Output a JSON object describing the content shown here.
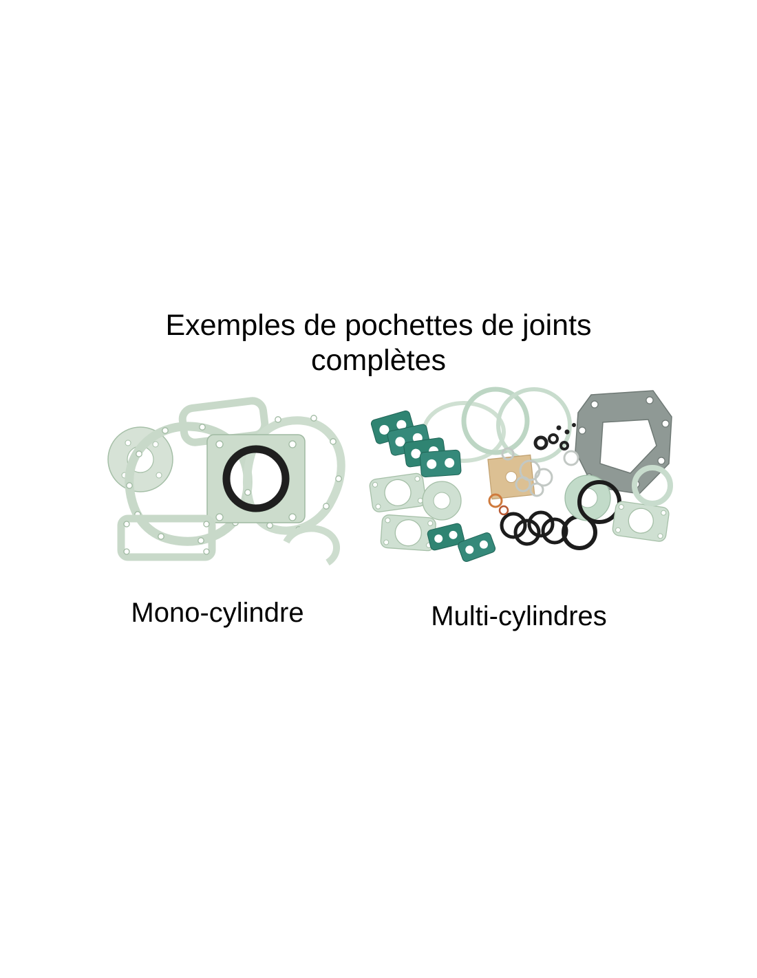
{
  "title": {
    "line1": "Exemples de pochettes de joints",
    "line2": "complètes"
  },
  "figures": [
    {
      "caption": "Mono-cylindre"
    },
    {
      "caption": "Multi-cylindres"
    }
  ],
  "colors": {
    "background": "#ffffff",
    "text": "#000000",
    "gasket_pale_green": "#c8d9c9",
    "gasket_pale_green_edge": "#9fb9a1",
    "gasket_teal": "#2f8472",
    "gasket_black": "#1c1c1c",
    "gasket_tan": "#dcc093",
    "gasket_gray": "#8f9995",
    "oring_orange": "#cf7a3c"
  }
}
